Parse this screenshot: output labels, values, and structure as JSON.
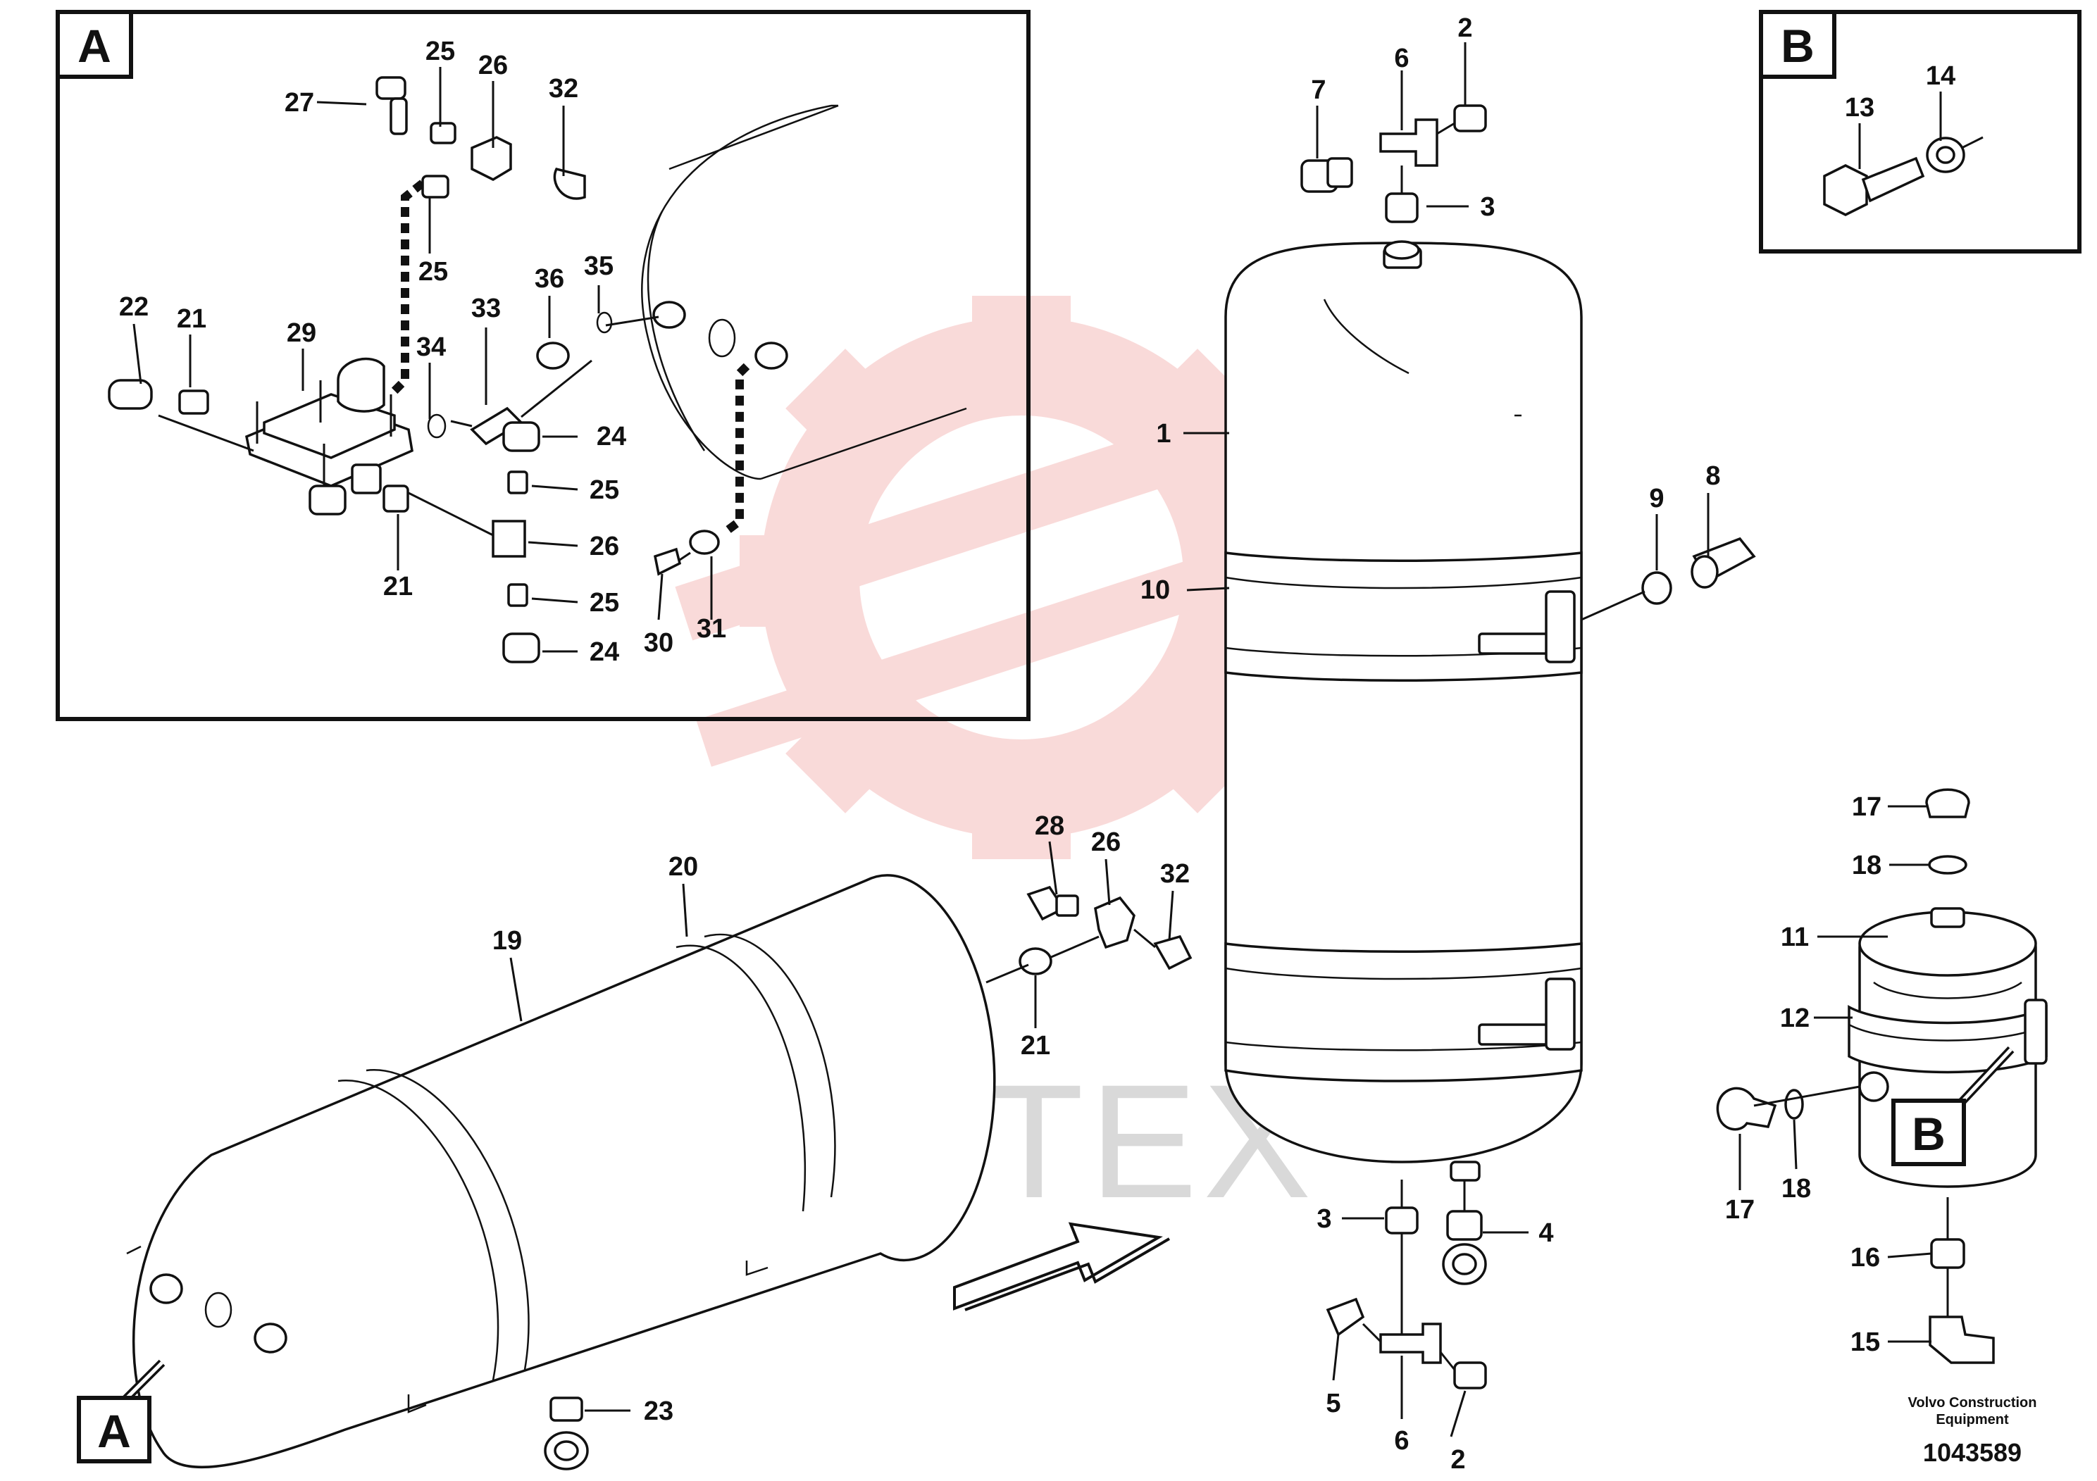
{
  "callouts": {
    "A_box": "A",
    "B_box": "B",
    "A_tank": "A",
    "B_tank": "B"
  },
  "labels": {
    "a25a": "25",
    "a26a": "26",
    "a32": "32",
    "a27": "27",
    "a25b": "25",
    "a22": "22",
    "a21a": "21",
    "a29": "29",
    "a34": "34",
    "a33": "33",
    "a36": "36",
    "a35": "35",
    "a24a": "24",
    "a25c": "25",
    "a26b": "26",
    "a21b": "21",
    "a25d": "25",
    "a24b": "24",
    "a30": "30",
    "a31": "31",
    "b13": "13",
    "b14": "14",
    "t7": "7",
    "t6a": "6",
    "t2a": "2",
    "t3a": "3",
    "t1": "1",
    "t10": "10",
    "t9": "9",
    "t8": "8",
    "t28": "28",
    "t26": "26",
    "t32": "32",
    "t21": "21",
    "t20": "20",
    "t19": "19",
    "t23": "23",
    "t3b": "3",
    "t4": "4",
    "t5": "5",
    "t6b": "6",
    "t2b": "2",
    "s17a": "17",
    "s18a": "18",
    "s11": "11",
    "s12": "12",
    "s17b": "17",
    "s18b": "18",
    "s16": "16",
    "s15": "15"
  },
  "watermark": "ИНТЕХ",
  "footer": {
    "company_line1": "Volvo Construction",
    "company_line2": "Equipment",
    "drawing_number": "1043589"
  }
}
